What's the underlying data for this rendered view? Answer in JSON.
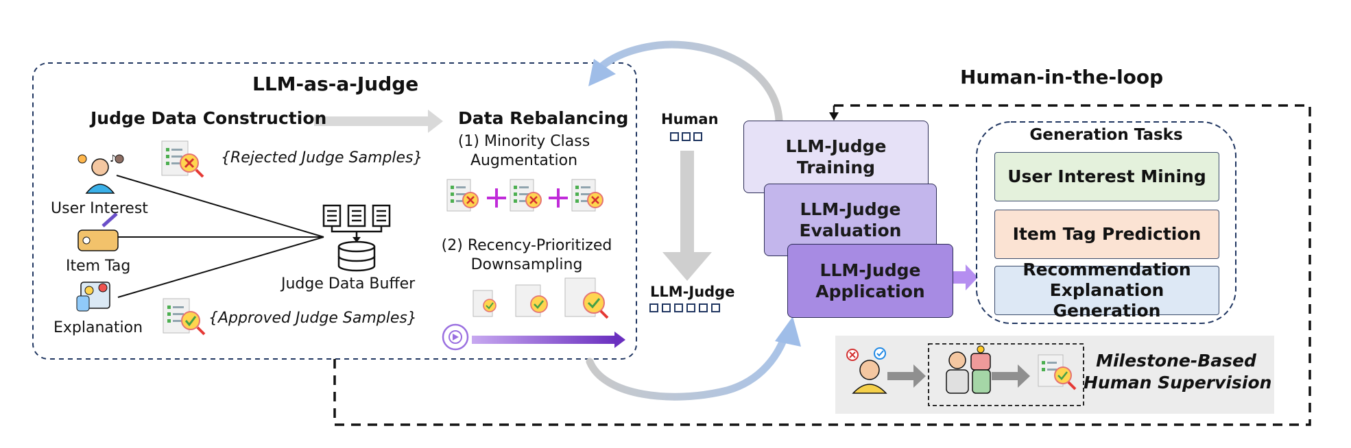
{
  "left_panel": {
    "title": "LLM-as-a-Judge",
    "construction_title": "Judge Data Construction",
    "rejected_label": "{Rejected Judge Samples}",
    "approved_label": "{Approved Judge Samples}",
    "sources": [
      "User Interest",
      "Item Tag",
      "Explanation"
    ],
    "buffer_label": "Judge Data Buffer",
    "rebalancing_title": "Data Rebalancing",
    "step1_line1": "(1) Minority Class",
    "step1_line2": "Augmentation",
    "step2_line1": "(2) Recency-Prioritized",
    "step2_line2": "Downsampling"
  },
  "middle": {
    "human_label": "Human",
    "judge_label": "LLM-Judge"
  },
  "right_panel": {
    "title": "Human-in-the-loop",
    "stages": [
      {
        "line1": "LLM-Judge",
        "line2": "Training"
      },
      {
        "line1": "LLM-Judge",
        "line2": "Evaluation"
      },
      {
        "line1": "LLM-Judge",
        "line2": "Application"
      }
    ],
    "tasks_title": "Generation Tasks",
    "tasks": [
      {
        "line1": "User Interest Mining",
        "line2": ""
      },
      {
        "line1": "Item Tag Prediction",
        "line2": ""
      },
      {
        "line1": "Recommendation",
        "line2": "Explanation Generation"
      }
    ],
    "milestone_line1": "Milestone-Based",
    "milestone_line2": "Human Supervision"
  },
  "colors": {
    "stage_training": "#e6e1f7",
    "stage_evaluation": "#c3b6ec",
    "stage_application": "#a78be3",
    "task_interest": "#e4f1dc",
    "task_tag": "#fbe3d3",
    "task_explanation": "#dde8f5",
    "arrow_gray": "#d6d6d6",
    "accent_purple": "#9a6fe0",
    "plus_magenta": "#c02bd9"
  }
}
